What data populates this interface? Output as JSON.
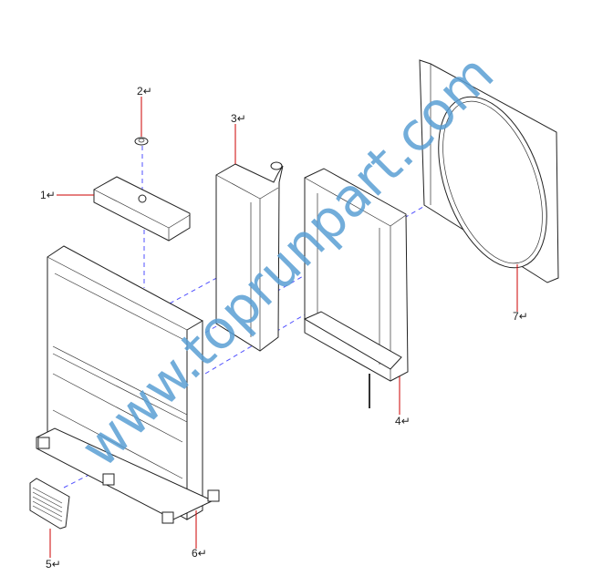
{
  "diagram": {
    "callouts": [
      {
        "number": "1",
        "mark": "↵"
      },
      {
        "number": "2",
        "mark": "↵"
      },
      {
        "number": "3",
        "mark": "↵"
      },
      {
        "number": "4",
        "mark": "↵"
      },
      {
        "number": "5",
        "mark": "↵"
      },
      {
        "number": "6",
        "mark": "↵"
      },
      {
        "number": "7",
        "mark": "↵"
      }
    ],
    "watermark": "www.toprunpart.com",
    "colors": {
      "leader": "#cc0000",
      "axis_dash": "#5050ff",
      "watermark": "#5a9fd4"
    }
  }
}
